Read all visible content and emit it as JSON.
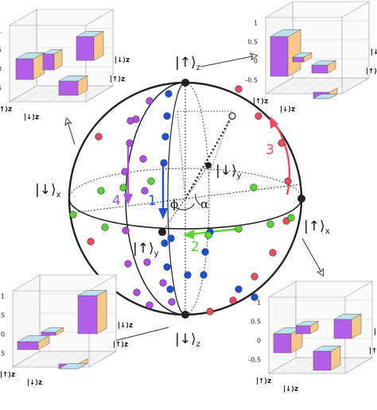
{
  "sphere": {
    "kets": {
      "up_z": {
        "sym": "|↑⟩",
        "sub": "z"
      },
      "down_z": {
        "sym": "|↓⟩",
        "sub": "z"
      },
      "up_x": {
        "sym": "|↑⟩",
        "sub": "x"
      },
      "down_x": {
        "sym": "|↓⟩",
        "sub": "x"
      },
      "up_y": {
        "sym": "|↑⟩",
        "sub": "y"
      },
      "down_y": {
        "sym": "|↓⟩",
        "sub": "y"
      }
    },
    "angles": {
      "phi": "ϕ",
      "alpha": "α"
    },
    "paths": [
      {
        "label": "1",
        "color": "#1a4fd6"
      },
      {
        "label": "2",
        "color": "#55d630"
      },
      {
        "label": "3",
        "color": "#ee4a5a"
      },
      {
        "label": "4",
        "color": "#b14de0"
      }
    ]
  },
  "matrix_plots": {
    "axis_ticks": [
      "1",
      "0.5",
      "0",
      "-0.5"
    ],
    "row_labels": [
      "|↓⟩z",
      "|↑⟩z"
    ],
    "col_labels": [
      "|↑⟩z",
      "|↓⟩z"
    ],
    "colors": {
      "top": "#bfe3ee",
      "left": "#b35ee8",
      "right": "#f5c88a"
    }
  }
}
